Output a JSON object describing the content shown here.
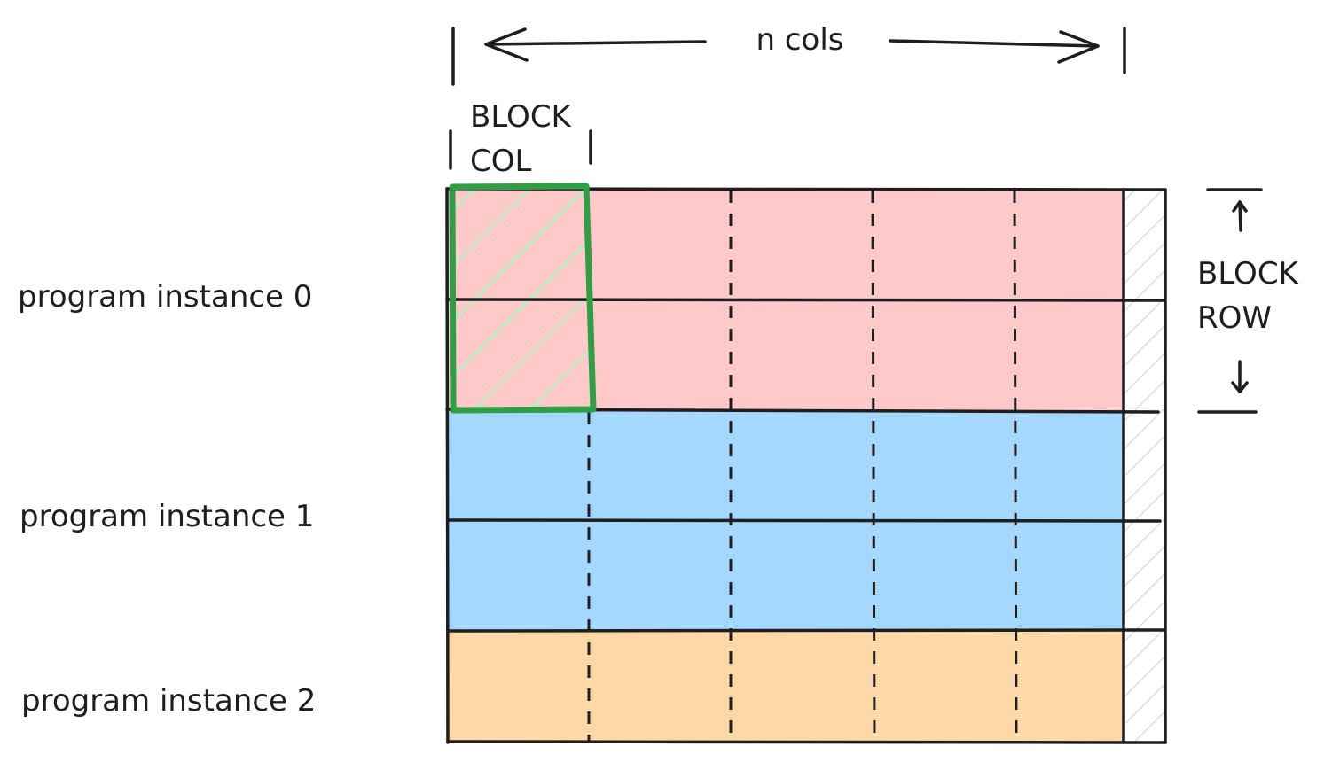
{
  "dimension": {
    "label": "n cols"
  },
  "block_col": {
    "line1": "BLOCK",
    "line2": "COL"
  },
  "block_row": {
    "line1": "BLOCK",
    "line2": "ROW"
  },
  "program_instances": [
    {
      "label": "program instance 0",
      "color": "#ffc9c9"
    },
    {
      "label": "program instance 1",
      "color": "#a5d8ff"
    },
    {
      "label": "program instance 2",
      "color": "#ffd8a8"
    }
  ],
  "highlight": {
    "color": "#2f9e44",
    "hatch_color": "#b2f2bb"
  },
  "padding_hatch_color": "#d0d0d0",
  "stroke_color": "#1e1e1e"
}
